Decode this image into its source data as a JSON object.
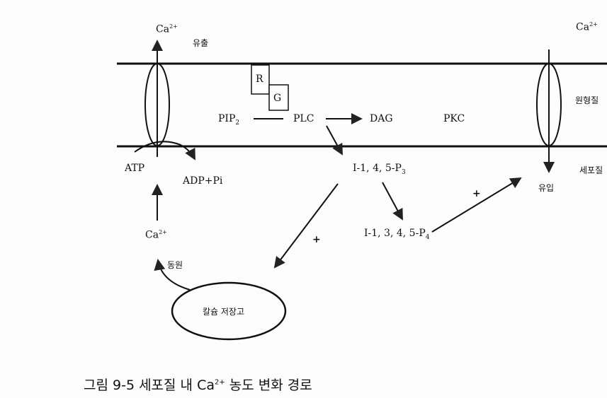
{
  "labels": {
    "ca_top_left": "Ca",
    "ca_sup": "2+",
    "efflux": "유출",
    "R": "R",
    "G": "G",
    "pip2": "PIP",
    "pip2_sub": "2",
    "plc": "PLC",
    "dag": "DAG",
    "pkc": "PKC",
    "ca_top_right": "Ca",
    "plasma_membrane": "원형질",
    "atp": "ATP",
    "adp": "ADP+Pi",
    "ip3": "I-1, 4, 5-P",
    "ip3_sub": "3",
    "cytoplasm": "세포질",
    "influx": "유입",
    "plus1": "+",
    "ca_mid": "Ca",
    "ip4": "I-1, 3, 4, 5-P",
    "ip4_sub": "4",
    "plus2": "+",
    "mobilize": "동원",
    "store": "칼슘 저장고"
  },
  "caption": {
    "prefix": "그림 9-5   세포질 내 Ca",
    "sup": "2+",
    "suffix": " 농도 변화 경로"
  }
}
